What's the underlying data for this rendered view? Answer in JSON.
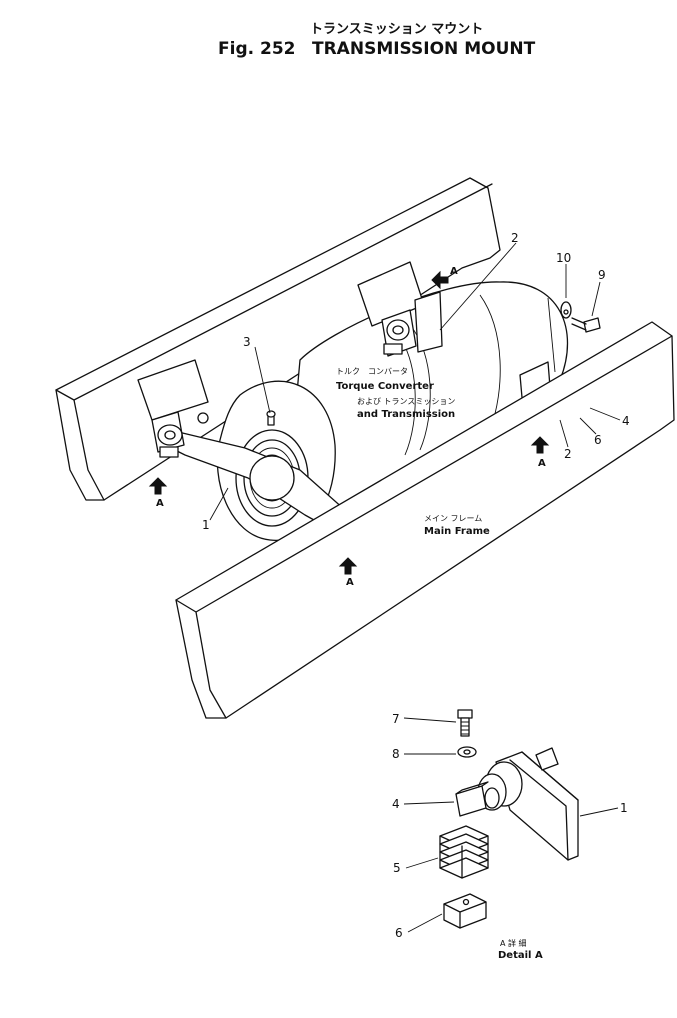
{
  "header": {
    "title_jp": "トランスミッション マウント",
    "fig_label": "Fig. 252",
    "title_en": "TRANSMISSION MOUNT"
  },
  "labels": {
    "torque_jp": "トルク　コンバータ",
    "torque_en": "Torque  Converter",
    "and_jp": "および トランスミッション",
    "and_en": "and  Transmission",
    "frame_jp": "メイン フレーム",
    "frame_en": "Main Frame",
    "detail_jp": "A 詳 細",
    "detail_en": "Detail  A"
  },
  "view_marker": "A",
  "callouts": {
    "p1a": "1",
    "p1b": "1",
    "p2a": "2",
    "p2b": "2",
    "p3": "3",
    "p4a": "4",
    "p4b": "4",
    "p5": "5",
    "p6a": "6",
    "p6b": "6",
    "p7": "7",
    "p8": "8",
    "p9": "9",
    "p10": "10"
  }
}
